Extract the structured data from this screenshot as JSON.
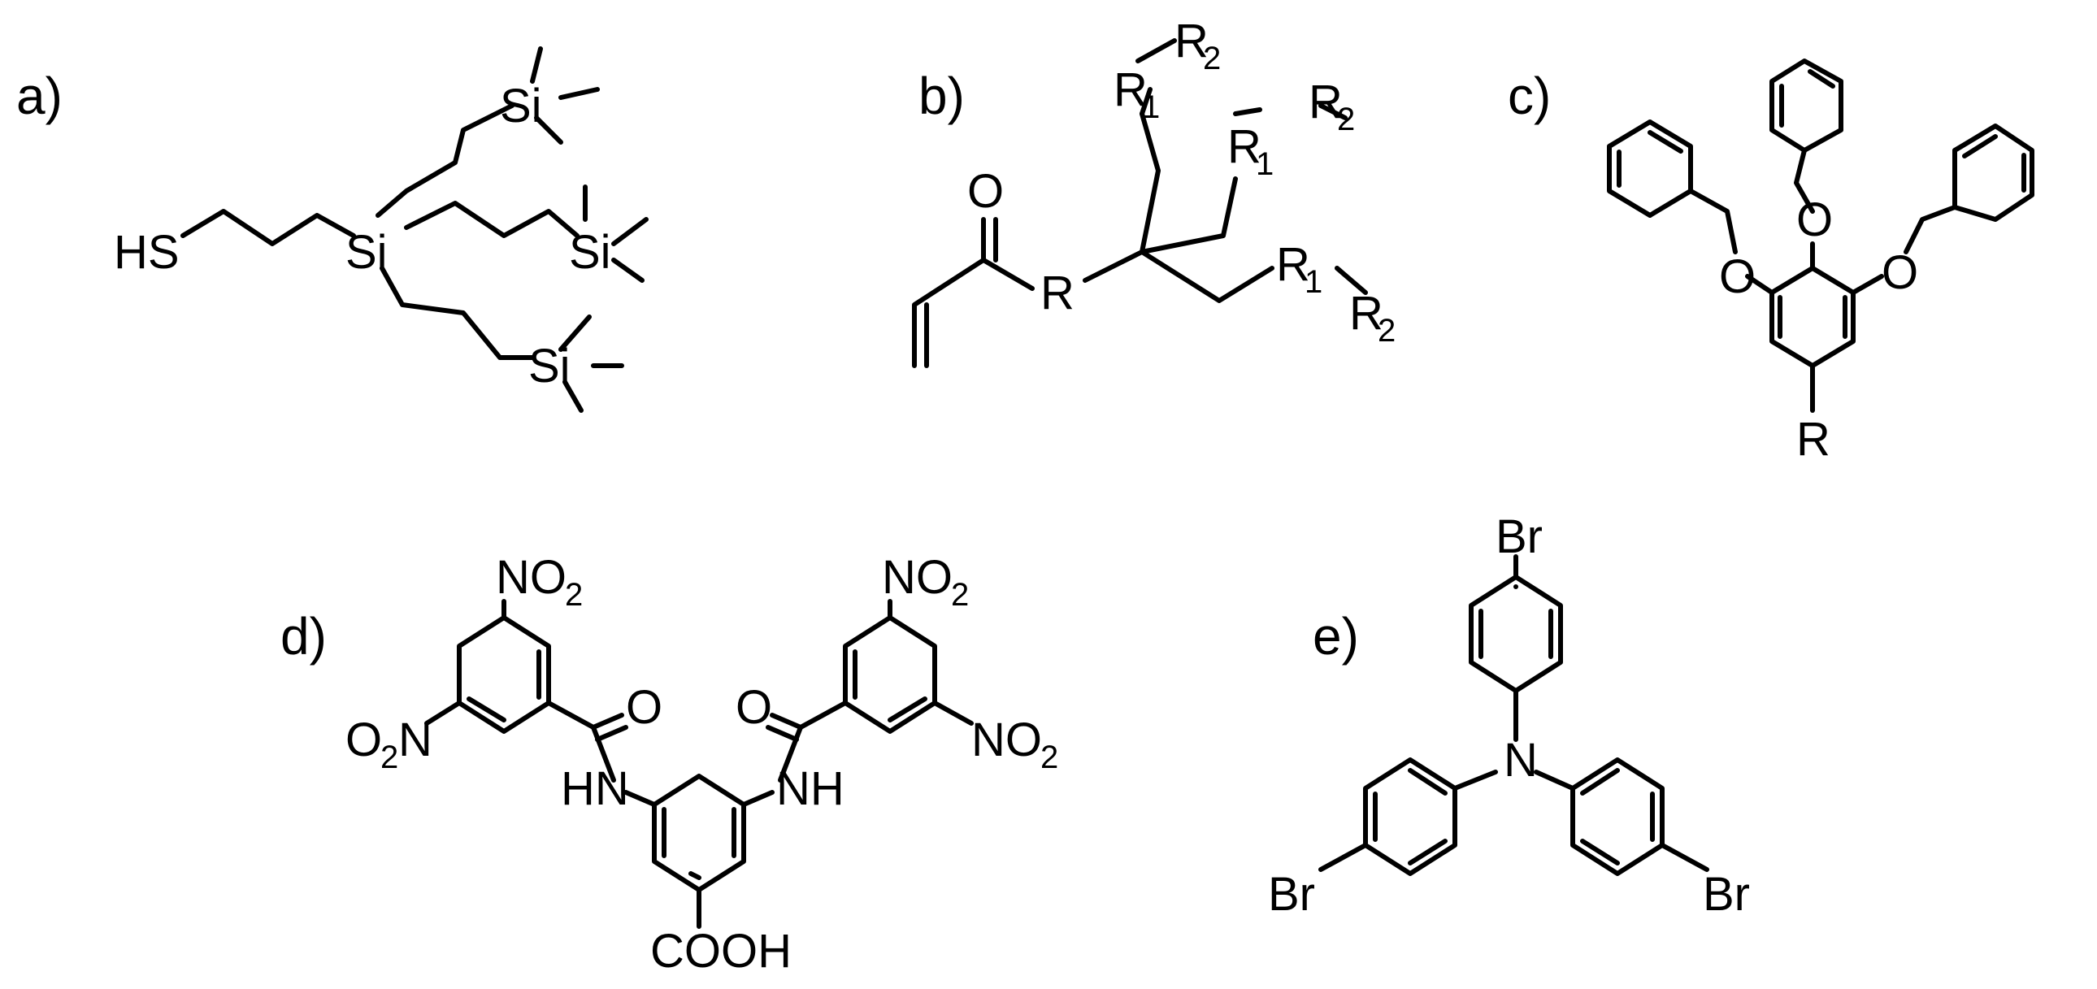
{
  "panels": {
    "a": {
      "tag": "a)",
      "atoms": {
        "hs": "HS",
        "si_center": "Si",
        "si_top": "Si",
        "si_right": "Si",
        "si_bottom": "Si"
      }
    },
    "b": {
      "tag": "b)",
      "atoms": {
        "o": "O",
        "r": "R"
      },
      "groups": [
        {
          "main": "R",
          "sub": "1"
        },
        {
          "main": "R",
          "sub": "2"
        },
        {
          "main": "R",
          "sub": "1"
        },
        {
          "main": "R",
          "sub": "2"
        },
        {
          "main": "R",
          "sub": "1"
        },
        {
          "main": "R",
          "sub": "2"
        }
      ]
    },
    "c": {
      "tag": "c)",
      "atoms": {
        "o_left": "O",
        "o_mid": "O",
        "o_right": "O",
        "r": "R"
      }
    },
    "d": {
      "tag": "d)",
      "atoms": {
        "no2_top_left": {
          "main": "NO",
          "sub": "2"
        },
        "no2_top_right": {
          "main": "NO",
          "sub": "2"
        },
        "o2n_left": {
          "pre": "O",
          "sub": "2",
          "post": "N"
        },
        "no2_right": {
          "main": "NO",
          "sub": "2"
        },
        "o_left": "O",
        "o_right": "O",
        "nh_left": "HN",
        "nh_right": "NH",
        "cooh": "COOH"
      }
    },
    "e": {
      "tag": "e)",
      "atoms": {
        "br_top": "Br",
        "br_left": "Br",
        "br_right": "Br",
        "n": "N"
      }
    }
  }
}
